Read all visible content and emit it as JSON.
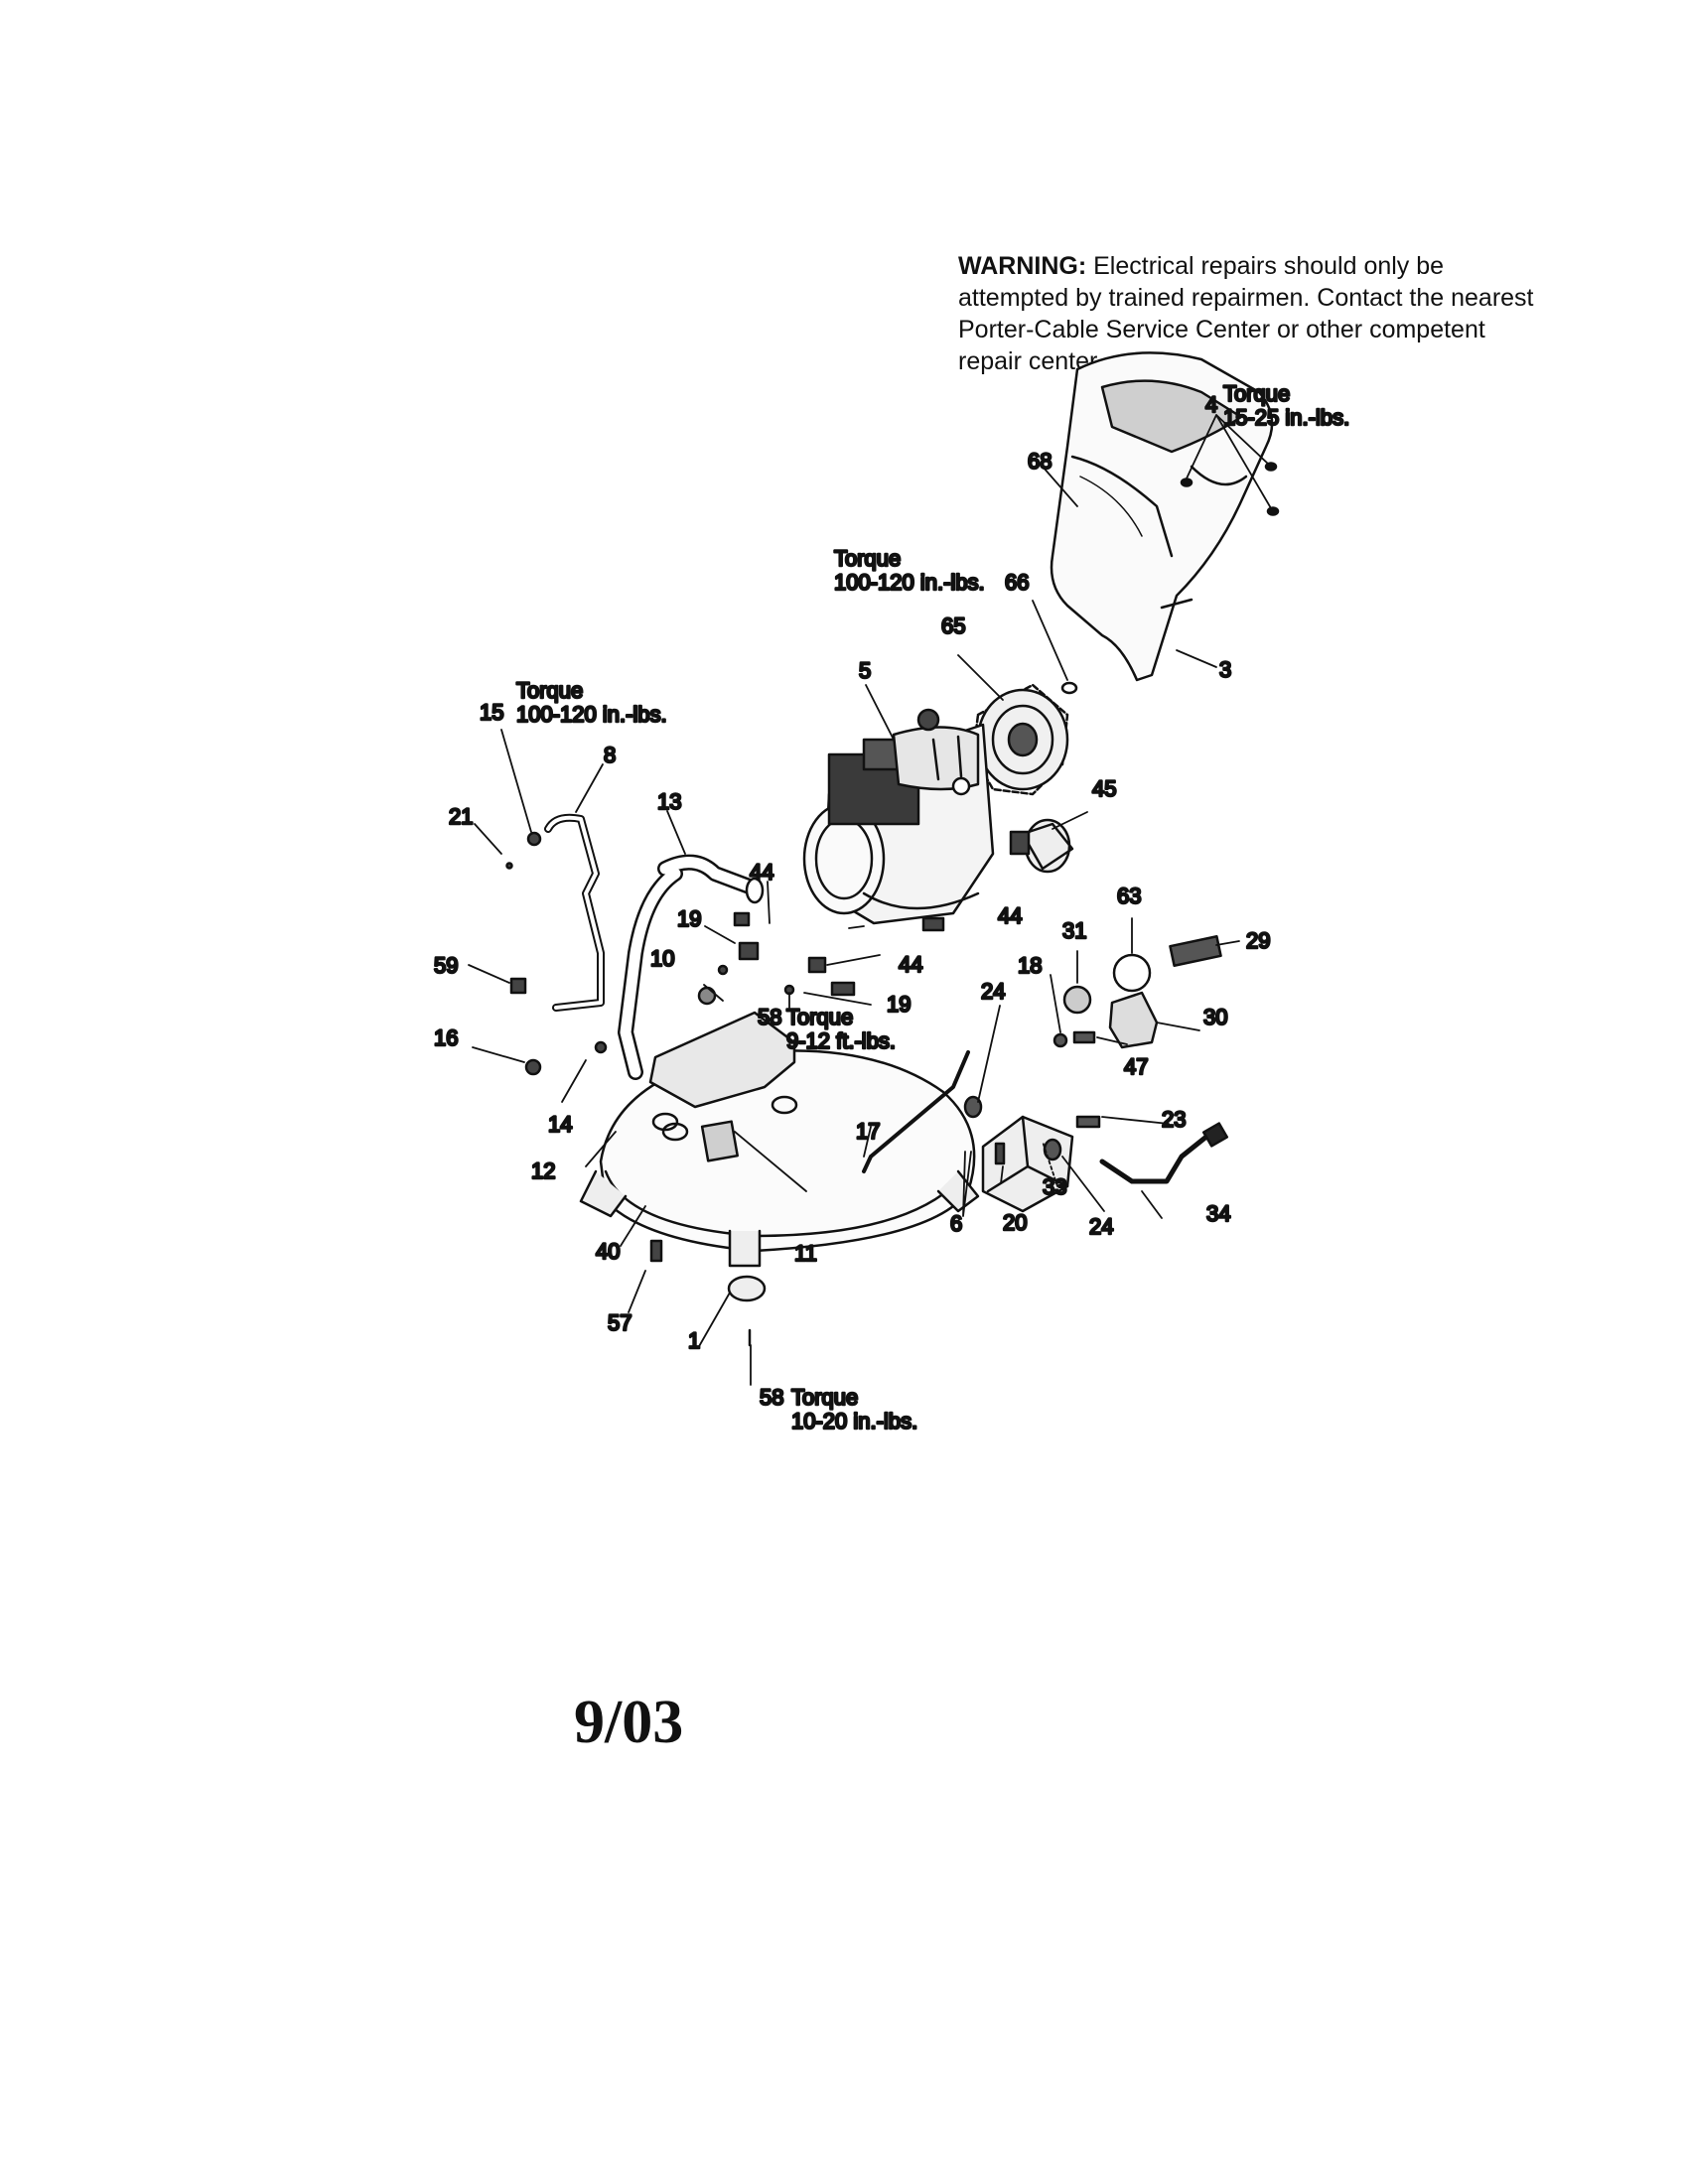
{
  "warning": {
    "lead": "WARNING:",
    "text": "Electrical repairs should only be attempted by trained repairmen.  Contact the nearest Porter-Cable Service Center or other competent repair center."
  },
  "torque_notes": {
    "t4": [
      "Torque",
      "15-25 in.-lbs."
    ],
    "t66": [
      "Torque",
      "100-120 in.-lbs."
    ],
    "t15": [
      "Torque",
      "100-120 in.-lbs."
    ],
    "t58a": [
      "Torque",
      "9-12 ft.-lbs."
    ],
    "t58b": [
      "Torque",
      "10-20 in.-lbs."
    ]
  },
  "parts": {
    "p1": "1",
    "p3": "3",
    "p4": "4",
    "p5": "5",
    "p6": "6",
    "p8": "8",
    "p10": "10",
    "p11": "11",
    "p12": "12",
    "p13": "13",
    "p14": "14",
    "p15": "15",
    "p16": "16",
    "p17": "17",
    "p18": "18",
    "p19a": "19",
    "p19b": "19",
    "p20": "20",
    "p21": "21",
    "p23": "23",
    "p24a": "24",
    "p24b": "24",
    "p29": "29",
    "p30": "30",
    "p31": "31",
    "p33": "33",
    "p34": "34",
    "p40": "40",
    "p44a": "44",
    "p44b": "44",
    "p44c": "44",
    "p45": "45",
    "p47": "47",
    "p57": "57",
    "p58a": "58",
    "p58b": "58",
    "p59": "59",
    "p63": "63",
    "p65": "65",
    "p66": "66",
    "p68": "68"
  },
  "date_code": "9/03"
}
